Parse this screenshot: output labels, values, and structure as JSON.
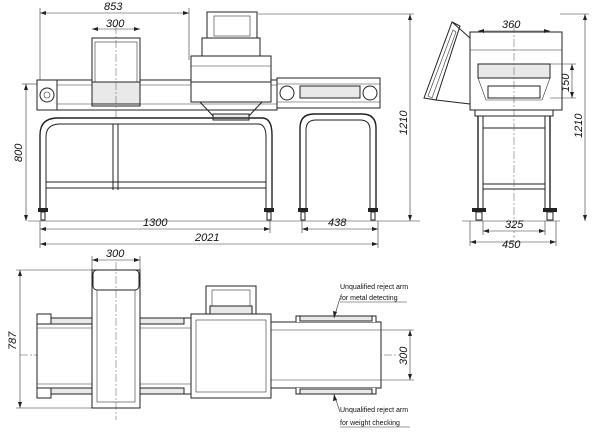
{
  "dimensions": {
    "front_overall_top": "853",
    "front_detector_width": "300",
    "front_height": "1210",
    "front_belt_height": "800",
    "front_length_1300": "1300",
    "front_length_438": "438",
    "front_overall_length": "2021",
    "side_top_width": "360",
    "side_belt_150": "150",
    "side_height": "1210",
    "side_base_325": "325",
    "side_base_450": "450",
    "top_detector_width": "300",
    "top_width": "787",
    "top_belt_width": "300"
  },
  "notes": {
    "metal_line1": "Unqualified reject arm",
    "metal_line2": "for metal detecting",
    "weight_line1": "Unqualified reject arm",
    "weight_line2": "for weight checking"
  }
}
